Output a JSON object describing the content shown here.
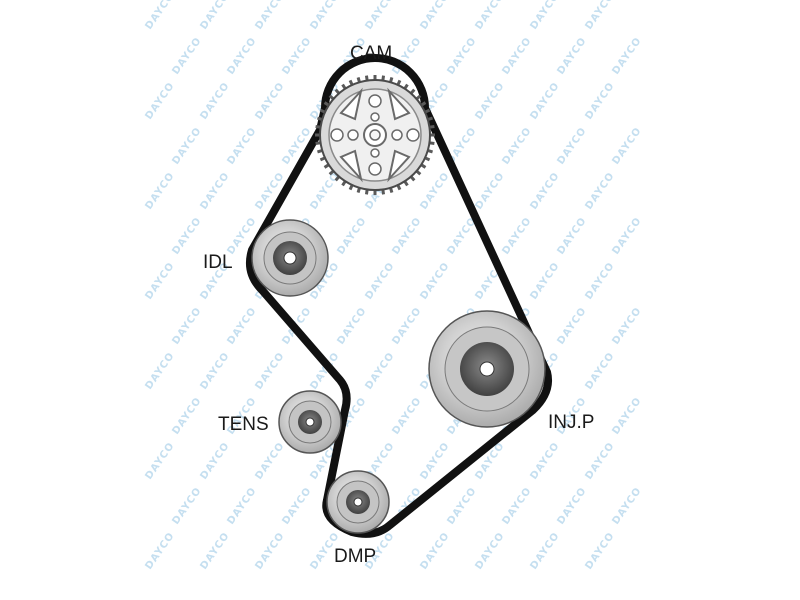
{
  "diagram": {
    "labels": {
      "cam": "CAM",
      "idl": "IDL",
      "tens": "TENS",
      "injp": "INJ.P",
      "dmp": "DMP"
    },
    "watermark_text": "DAYCO",
    "colors": {
      "belt": "#111111",
      "pulley_light": "#ededed",
      "pulley_mid": "#bdbdbd",
      "pulley_dark": "#6f6f6f",
      "hub": "#3c3c3c",
      "watermark": "#c5dff0"
    }
  }
}
